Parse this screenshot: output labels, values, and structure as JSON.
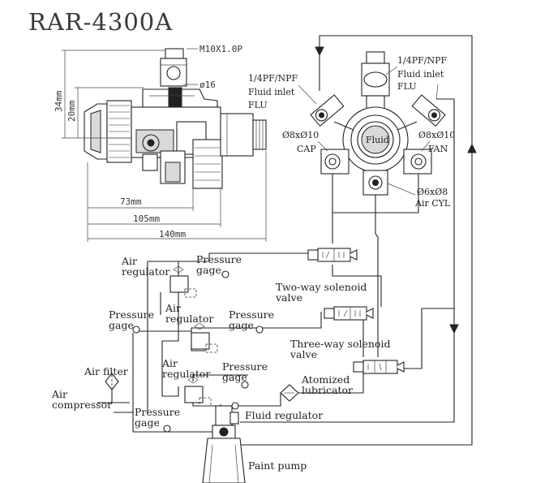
{
  "title": "RAR-4300A",
  "gun_dimensions": {
    "thread": "M10X1.0P",
    "diameter": "ø16",
    "height_34": "34mm",
    "height_20": "20mm",
    "width_73": "73mm",
    "width_105": "105mm",
    "width_140": "140mm"
  },
  "manifold": {
    "fluid_inlet_left": {
      "thread": "1/4PF/NPF",
      "name": "Fluid inlet",
      "code": "FLU"
    },
    "fluid_inlet_right": {
      "thread": "1/4PF/NPF",
      "name": "Fluid inlet",
      "code": "FLU"
    },
    "cap_port": {
      "size": "Ø8xØ10",
      "code": "CAP"
    },
    "fan_port": {
      "size": "Ø8xØ10",
      "code": "FAN"
    },
    "cyl_port": {
      "size": "Ø6xØ8",
      "code": "Air CYL"
    },
    "center_label": "Fluid"
  },
  "schematic": {
    "air_regulator_1": "Air regulator",
    "pressure_gage_1": "Pressure gage",
    "two_way_valve": "Two-way solenoid valve",
    "pressure_gage_2": "Pressure gage",
    "air_regulator_2": "Air regulator",
    "pressure_gage_3": "Pressure gage",
    "three_way_valve": "Three-way solenoid valve",
    "air_filter": "Air filter",
    "air_regulator_3": "Air regulator",
    "pressure_gage_4": "Pressure gage",
    "atomized_lubricator": "Atomized lubricator",
    "air_compressor": "Air compressor",
    "pressure_gage_5": "Pressure gage",
    "fluid_regulator": "Fluid regulator",
    "paint_pump": "Paint pump"
  }
}
